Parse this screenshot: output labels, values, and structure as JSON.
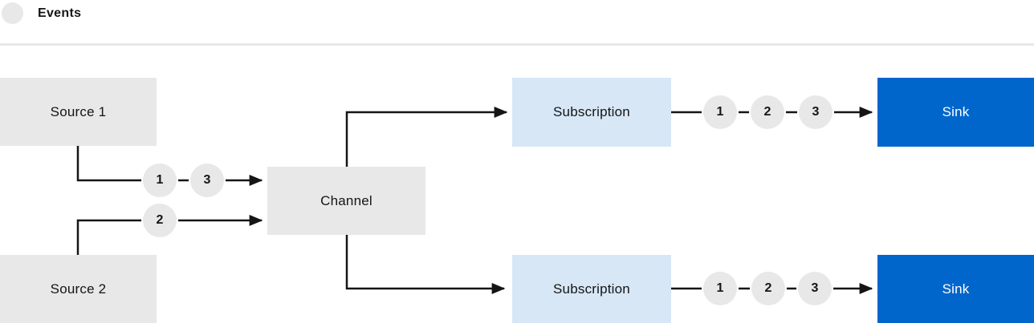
{
  "legend": {
    "label": "Events"
  },
  "colors": {
    "box_gray": "#e8e8e8",
    "box_subscription": "#d7e7f6",
    "box_sink": "#0066cc",
    "line": "#151515",
    "text_dark": "#151515",
    "text_light": "#ffffff"
  },
  "nodes": {
    "source1": "Source 1",
    "source2": "Source 2",
    "channel": "Channel",
    "subscription1": "Subscription",
    "subscription2": "Subscription",
    "sink1": "Sink",
    "sink2": "Sink"
  },
  "events": {
    "sources_to_channel_row1": [
      "1",
      "3"
    ],
    "sources_to_channel_row2": [
      "2"
    ],
    "subscription1_to_sink": [
      "1",
      "2",
      "3"
    ],
    "subscription2_to_sink": [
      "1",
      "2",
      "3"
    ]
  }
}
